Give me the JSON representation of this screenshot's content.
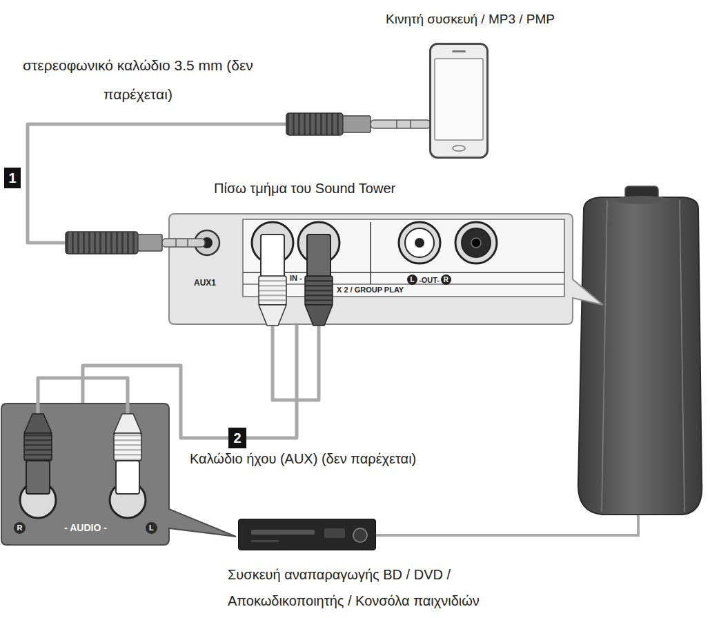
{
  "diagram": {
    "nodes": [
      {
        "text": [
          "Κινητή συσκευή / MP3 / PMP"
        ]
      },
      {
        "text": [
          "Πίσω τμήμα του Sound Tower",
          "AUX1",
          "IN -",
          "X 2 / GROUP PLAY",
          "L",
          "-OUT-",
          "R"
        ]
      },
      {
        "text": [
          "R",
          "- AUDIO -",
          "L"
        ]
      },
      {
        "text": [
          "Συσκευή αναπαραγωγής BD / DVD / Αποκωδικοποιητής / Κονσόλα παιχνιδιών"
        ]
      }
    ],
    "edges": [
      {
        "from": 0,
        "to": 1,
        "arrow": "none"
      },
      {
        "from": 2,
        "to": 1,
        "arrow": "none"
      }
    ],
    "labels": [
      "στερεοφωνικό καλώδιο 3.5 mm (δεν παρέχεται)",
      "1",
      "2",
      "Καλώδιο ήχου (AUX) (δεν παρέχεται)"
    ]
  }
}
